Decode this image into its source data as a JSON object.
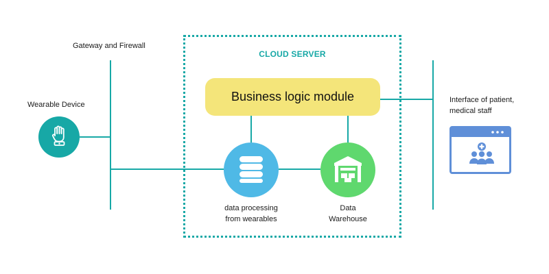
{
  "labels": {
    "gateway": "Gateway and Firewall",
    "wearable": "Wearable Device",
    "cloud": "CLOUD SERVER",
    "business": "Business logic module",
    "processing_line1": "data processing",
    "processing_line2": "from wearables",
    "warehouse_line1": "Data",
    "warehouse_line2": "Warehouse",
    "interface_line1": "Interface of patient,",
    "interface_line2": "medical staff"
  },
  "colors": {
    "teal": "#17a8a6",
    "yellow": "#f4e57a",
    "blue_db": "#4fb9e6",
    "green_wh": "#5fd86e",
    "browser_blue": "#5f8fd8"
  },
  "icons": {
    "wearable": "hand-sensor-icon",
    "processing": "database-icon",
    "warehouse": "warehouse-icon",
    "interface": "browser-window-icon"
  }
}
